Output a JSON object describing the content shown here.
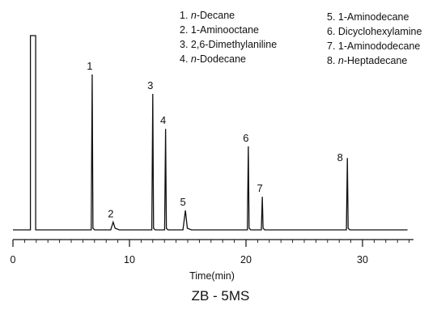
{
  "chart_data": {
    "type": "line",
    "title": "ZB - 5MS",
    "xlabel": "Time(min)",
    "ylabel": "",
    "xlim": [
      0,
      34
    ],
    "xticks": [
      0,
      10,
      20,
      30
    ],
    "grid": false,
    "legend_placement": "top-right",
    "peaks": [
      {
        "label": "1",
        "x": 6.8,
        "height": 0.8
      },
      {
        "label": "2",
        "x": 8.6,
        "height": 0.04
      },
      {
        "label": "3",
        "x": 12.0,
        "height": 0.7
      },
      {
        "label": "4",
        "x": 13.1,
        "height": 0.52
      },
      {
        "label": "5",
        "x": 14.8,
        "height": 0.1
      },
      {
        "label": "6",
        "x": 20.2,
        "height": 0.43
      },
      {
        "label": "7",
        "x": 21.4,
        "height": 0.17
      },
      {
        "label": "8",
        "x": 28.7,
        "height": 0.37
      }
    ],
    "solvent_peak": {
      "x_start": 1.5,
      "x_end": 1.95,
      "height": 1.0
    },
    "compounds": [
      {
        "num": "1.",
        "prefix": "n",
        "name": "-Decane"
      },
      {
        "num": "2.",
        "prefix": "",
        "name": "1-Aminooctane"
      },
      {
        "num": "3.",
        "prefix": "",
        "name": "2,6-Dimethylaniline"
      },
      {
        "num": "4.",
        "prefix": "n",
        "name": "-Dodecane"
      },
      {
        "num": "5.",
        "prefix": "",
        "name": "1-Aminodecane"
      },
      {
        "num": "6.",
        "prefix": "",
        "name": "Dicyclohexylamine"
      },
      {
        "num": "7.",
        "prefix": "",
        "name": "1-Aminododecane"
      },
      {
        "num": "8.",
        "prefix": "n",
        "name": "-Heptadecane"
      }
    ]
  },
  "caption": "ZB - 5MS"
}
